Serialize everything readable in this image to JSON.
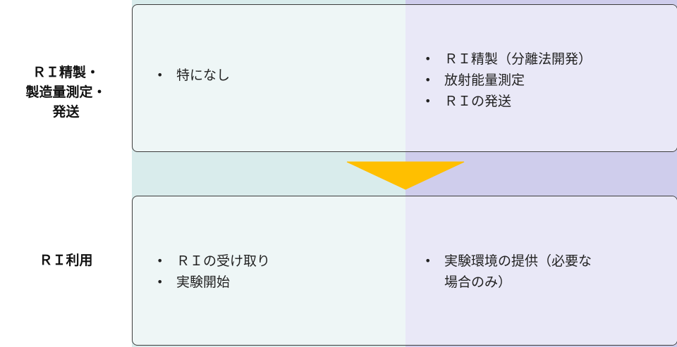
{
  "rows": [
    {
      "label_lines": [
        "ＲＩ精製・",
        "製造量測定・",
        "発送"
      ],
      "left_items": [
        "特になし"
      ],
      "right_items": [
        "ＲＩ精製（分離法開発）",
        "放射能量測定",
        "ＲＩの発送"
      ]
    },
    {
      "label_lines": [
        "ＲＩ利用"
      ],
      "left_items": [
        "ＲＩの受け取り",
        "実験開始"
      ],
      "right_items": [
        "実験環境の提供（必要な",
        "場合のみ）"
      ]
    }
  ],
  "bullet_symbol": "•",
  "colors": {
    "left_column": "#d9ecec",
    "right_column": "#cfcdec",
    "left_card": "#eef6f6",
    "right_card": "#e9e8f7",
    "arrow": "#ffbf00"
  }
}
